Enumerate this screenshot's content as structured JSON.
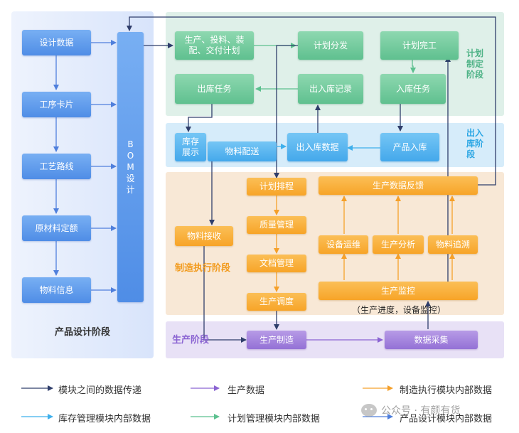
{
  "stages": {
    "design": "产品设计阶段",
    "plan": "计划\n制定\n阶段",
    "warehouse": "出入\n库阶\n段",
    "mes": "制造执行阶段",
    "production": "生产阶段"
  },
  "design_boxes": [
    "设计数据",
    "工序卡片",
    "工艺路线",
    "原材料定额",
    "物料信息"
  ],
  "bom": "B\nO\nM\n设\n计",
  "plan_boxes": {
    "production_plan": "生产、投料、装\n配、交付计划",
    "plan_dispatch": "计划分发",
    "plan_complete": "计划完工",
    "outbound_task": "出库任务",
    "io_record": "出入库记录",
    "inbound_task": "入库任务"
  },
  "warehouse_boxes": {
    "inventory_display": "库存\n展示",
    "material_delivery": "物料配送",
    "io_data": "出入库数据",
    "production_inbound": "产品入库"
  },
  "mes_boxes": {
    "material_receive": "物料接收",
    "schedule": "计划排程",
    "quality": "质量管理",
    "document": "文档管理",
    "dispatch": "生产调度",
    "feedback": "生产数据反馈",
    "device_ops": "设备运维",
    "analysis": "生产分析",
    "trace": "物料追溯",
    "monitor": "生产监控",
    "monitor_note": "（生产进度，设备监控）"
  },
  "production_boxes": {
    "manufacture": "生产制造",
    "collect": "数据采集"
  },
  "legend": [
    {
      "label": "模块之间的数据传递",
      "color": "#2f3e6b"
    },
    {
      "label": "生产数据",
      "color": "#8a63d2"
    },
    {
      "label": "制造执行模块内部数据",
      "color": "#f5a02a"
    },
    {
      "label": "库存管理模块内部数据",
      "color": "#3fb0ec"
    },
    {
      "label": "计划管理模块内部数据",
      "color": "#5cc08f"
    },
    {
      "label": "产品设计模块内部数据",
      "color": "#4f7fdc"
    }
  ],
  "watermark": "公众号 · 有颜有货",
  "colors": {
    "design_panel": "#dbe6fb",
    "plan_panel": "#dcefe8",
    "warehouse_panel": "#d5ecfa",
    "mes_panel": "#f9e6d2",
    "production_panel": "#e6def5"
  }
}
